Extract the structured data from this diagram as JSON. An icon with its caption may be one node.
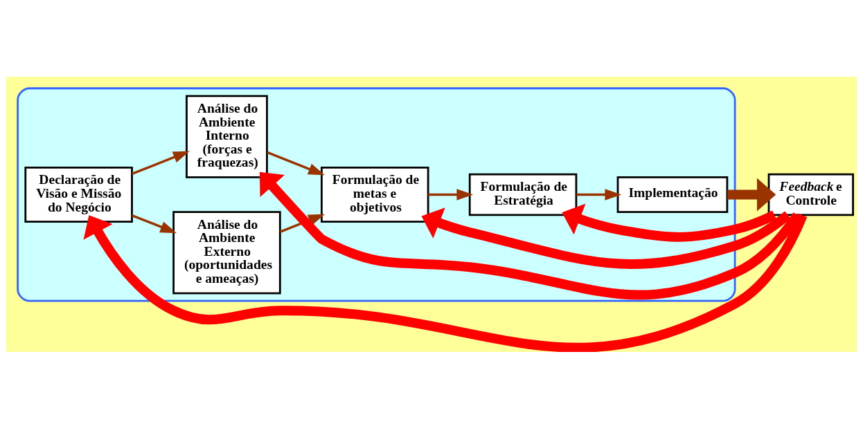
{
  "diagram": {
    "nodes": [
      {
        "text": [],
        "shape": "arrow"
      },
      {
        "text": [
          "Declaração de Visão e Missão do Negócio"
        ],
        "in": 0
      },
      {
        "text": [
          "Análise do Ambiente Externo (oportunidades e ameaças)"
        ],
        "in": 0
      },
      {
        "text": [
          "Análise do Ambiente Interno (forças e fraquezas)"
        ],
        "in": 0
      },
      {
        "text": [
          "Formulação de metas e objetivos"
        ],
        "in": 0
      },
      {
        "text": [
          "Formulação de Estratégia"
        ],
        "in": 0
      },
      {
        "text": [
          "Implementação"
        ],
        "in": 0
      },
      {
        "text": [
          "*Feedback* e Controle"
        ]
      }
    ],
    "edges": [
      {
        "from": 1,
        "to": 2,
        "arrow": "to"
      },
      {
        "from": 1,
        "to": 3,
        "arrow": "to"
      },
      {
        "from": 2,
        "to": 4,
        "arrow": "to"
      },
      {
        "from": 3,
        "to": 4,
        "arrow": "to"
      },
      {
        "from": 4,
        "to": 5,
        "arrow": "to"
      },
      {
        "from": 5,
        "to": 6,
        "arrow": "to"
      },
      {
        "from": 6,
        "to": 7,
        "arrow": "to",
        "style": "thick"
      },
      {
        "from": 7,
        "to": 1,
        "arrow": "to",
        "style": "thick",
        "color": "#ff0000"
      },
      {
        "from": 7,
        "to": 3,
        "arrow": "to",
        "style": "thick",
        "color": "#ff0000"
      },
      {
        "from": 7,
        "to": 4,
        "arrow": "to",
        "style": "thick",
        "color": "#ff0000"
      },
      {
        "from": 7,
        "to": 5,
        "arrow": "to",
        "style": "thick",
        "color": "#ff0000"
      }
    ]
  }
}
